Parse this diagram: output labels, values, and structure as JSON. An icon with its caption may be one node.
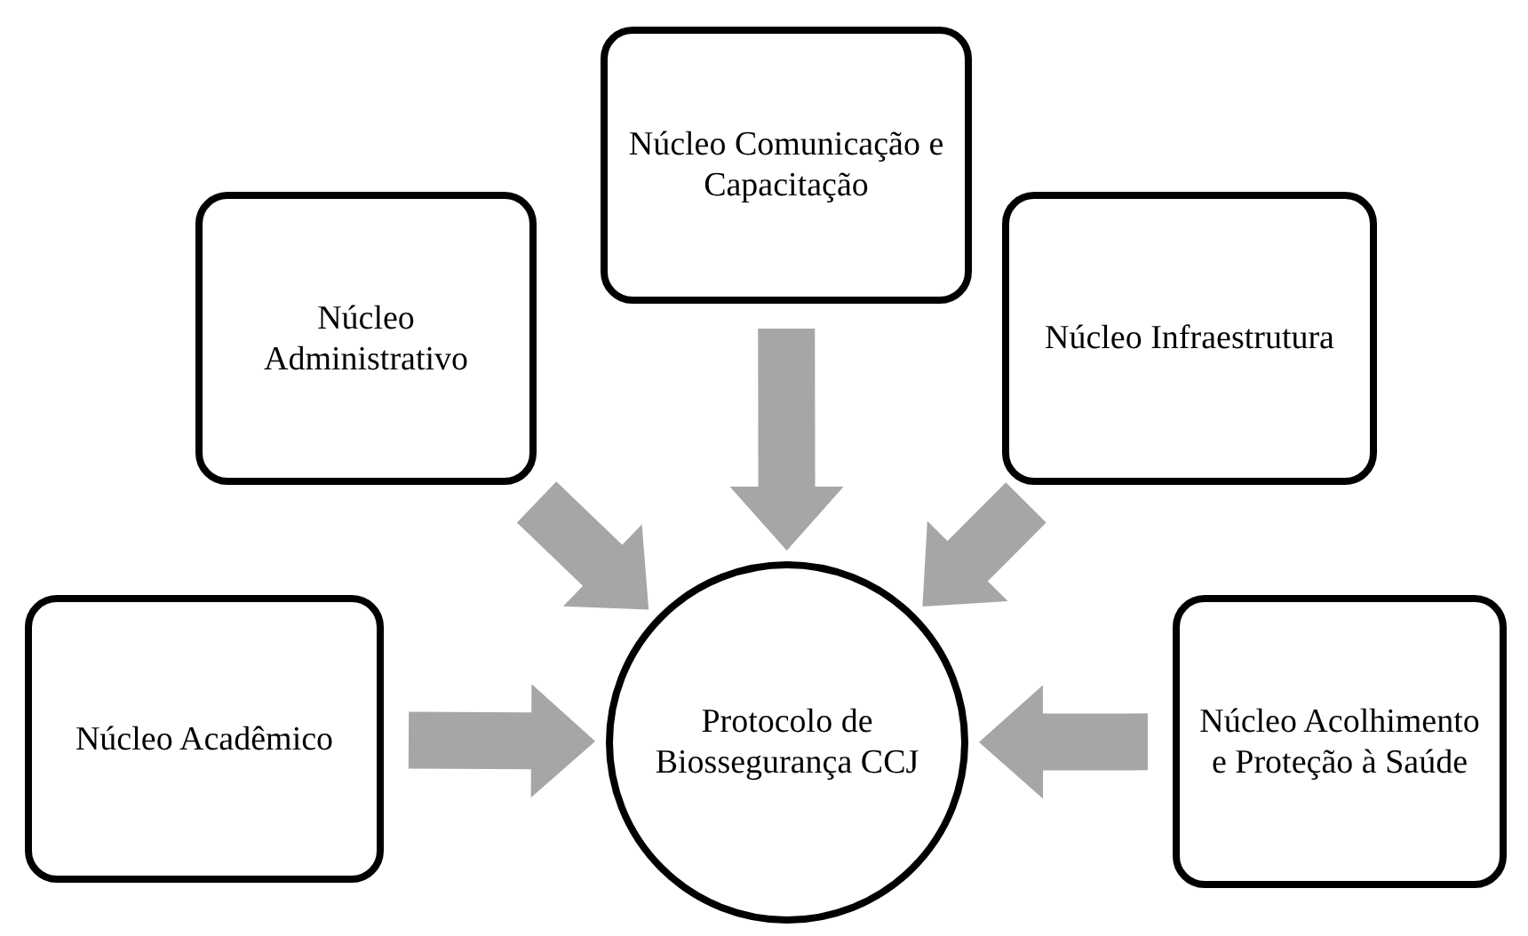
{
  "diagram": {
    "nodes": [
      {
        "text": [
          "Núcleo Comunicação e Capacitação"
        ]
      },
      {
        "text": [
          "Núcleo Administrativo"
        ]
      },
      {
        "text": [
          "Núcleo Infraestrutura"
        ]
      },
      {
        "text": [
          "Núcleo Acadêmico"
        ]
      },
      {
        "text": [
          "Protocolo de Biossegurança CCJ"
        ]
      },
      {
        "text": [
          "Núcleo Acolhimento e Proteção à Saúde"
        ]
      }
    ],
    "edges": [
      {
        "from": 3,
        "to": 4,
        "arrow": "to",
        "style": "thick"
      },
      {
        "from": 1,
        "to": 4,
        "arrow": "to",
        "style": "thick"
      },
      {
        "from": 0,
        "to": 4,
        "arrow": "to",
        "style": "thick"
      },
      {
        "from": 2,
        "to": 4,
        "arrow": "to",
        "style": "thick"
      },
      {
        "from": 5,
        "to": 4,
        "arrow": "to",
        "style": "thick"
      }
    ]
  }
}
